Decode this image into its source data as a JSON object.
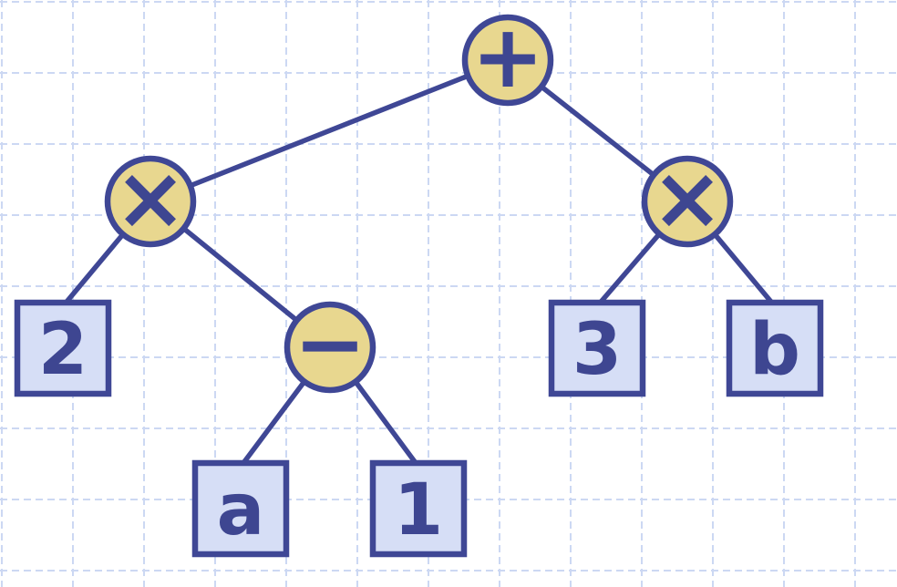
{
  "diagram": {
    "kind": "binary-expression-tree",
    "colors": {
      "ink": "#3f4795",
      "operator_circle_fill": "#e8d78f",
      "operand_square_fill": "#d6def6",
      "label_text": "#3e4691",
      "grid_line": "#ccd8f3",
      "background": "#ffffff"
    },
    "nodes": {
      "plus": {
        "label": "+",
        "shape": "circle",
        "role": "operator"
      },
      "times_left": {
        "label": "×",
        "shape": "circle",
        "role": "operator"
      },
      "times_right": {
        "label": "×",
        "shape": "circle",
        "role": "operator"
      },
      "minus": {
        "label": "−",
        "shape": "circle",
        "role": "operator"
      },
      "leaf_2": {
        "label": "2",
        "shape": "square",
        "role": "operand"
      },
      "leaf_a": {
        "label": "a",
        "shape": "square",
        "role": "operand"
      },
      "leaf_1": {
        "label": "1",
        "shape": "square",
        "role": "operand"
      },
      "leaf_3": {
        "label": "3",
        "shape": "square",
        "role": "operand"
      },
      "leaf_b": {
        "label": "b",
        "shape": "square",
        "role": "operand"
      }
    },
    "edges": [
      {
        "from": "plus",
        "to": "times_left"
      },
      {
        "from": "plus",
        "to": "times_right"
      },
      {
        "from": "times_left",
        "to": "leaf_2"
      },
      {
        "from": "times_left",
        "to": "minus"
      },
      {
        "from": "minus",
        "to": "leaf_a"
      },
      {
        "from": "minus",
        "to": "leaf_1"
      },
      {
        "from": "times_right",
        "to": "leaf_3"
      },
      {
        "from": "times_right",
        "to": "leaf_b"
      }
    ]
  }
}
